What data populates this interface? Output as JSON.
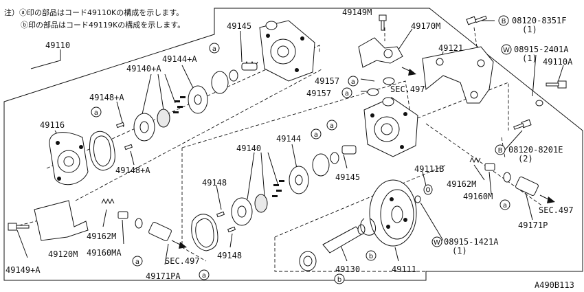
{
  "notes": {
    "a": "注）ⓐ印の部品はコード49110Kの構成を示します。",
    "b": "ⓑ印の部品はコード49119Kの構成を示します。"
  },
  "labels": {
    "l49110": "49110",
    "l49116": "49116",
    "l49148a1": "49148+A",
    "l49140a": "49140+A",
    "l49144a": "49144+A",
    "l49145t": "49145",
    "l49148a2": "49148+A",
    "l49120m": "49120M",
    "l49149a": "49149+A",
    "l49162m_l": "49162M",
    "l49160ma": "49160MA",
    "l49171pa": "49171PA",
    "sec497_l": "SEC.497",
    "l49148_m1": "49148",
    "l49148_m2": "49148",
    "l49140": "49140",
    "l49144": "49144",
    "l49145m": "49145",
    "l49130": "49130",
    "l49111": "49111",
    "l49111b": "49111B",
    "w1421": "08915-1421A",
    "w1421q": "(1)",
    "l49149m": "49149M",
    "l49170m": "49170M",
    "l49121": "49121",
    "l49157a": "49157",
    "l49157b": "49157",
    "sec497_c": "SEC.497",
    "b8351": "08120-8351F",
    "b8351q": "(1)",
    "w2401": "08915-2401A",
    "w2401q": "(1)",
    "l49110a": "49110A",
    "b8201": "08120-8201E",
    "b8201q": "(2)",
    "l49162m_r": "49162M",
    "l49160m": "49160M",
    "l49171p": "49171P",
    "sec497_r": "SEC.497",
    "code": "A490B113"
  },
  "markers": {
    "a": "a",
    "b": "b",
    "B": "B",
    "W": "W"
  }
}
